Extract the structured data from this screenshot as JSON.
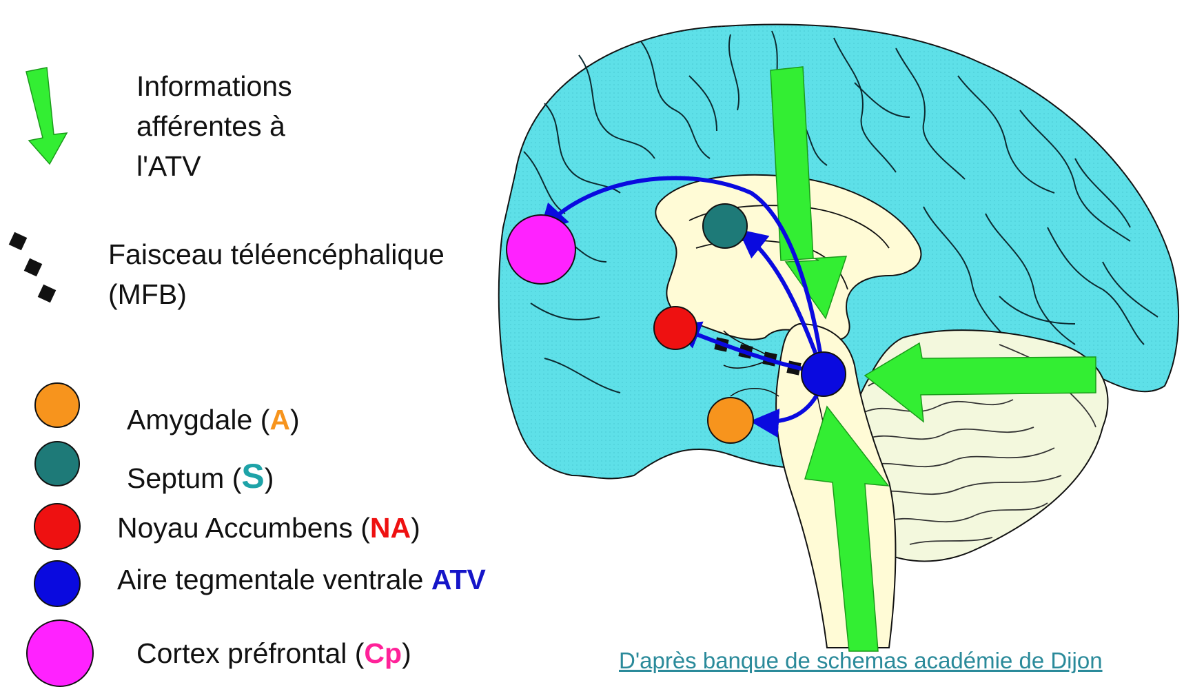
{
  "legend": {
    "afferent": {
      "icon": "green-arrow-icon",
      "lines": [
        "Informations",
        "afférentes à",
        "l'ATV"
      ]
    },
    "mfb": {
      "icon": "dotted-line-icon",
      "lines": [
        "Faisceau téléencéphalique",
        "(MFB)"
      ]
    },
    "items": [
      {
        "label": "Amygdale",
        "abbr": "A",
        "color": "#f7941d",
        "abbr_color": "#f7941d",
        "wrap": true
      },
      {
        "label": "Septum",
        "abbr": "S",
        "color": "#1e7a78",
        "abbr_color": "#1ea3a8",
        "wrap": true
      },
      {
        "label": "Noyau Accumbens",
        "abbr": "NA",
        "color": "#ee1111",
        "abbr_color": "#ee1111",
        "wrap": true
      },
      {
        "label": "Aire tegmentale ventrale",
        "abbr": "ATV",
        "color": "#0a0adf",
        "abbr_color": "#1515c8",
        "wrap": false
      },
      {
        "label": "Cortex préfrontal",
        "abbr": "Cp",
        "color": "#ff22ff",
        "abbr_color": "#ff2299",
        "wrap": true
      }
    ]
  },
  "colors": {
    "brain": "#5ee0e8",
    "deep_structures": "#fffbd6",
    "cerebellum": "#f3f8dd",
    "green_arrow": "#33ee33",
    "pathway": "#0a0adf"
  },
  "credit": "D'après banque de schemas académie de Dijon"
}
